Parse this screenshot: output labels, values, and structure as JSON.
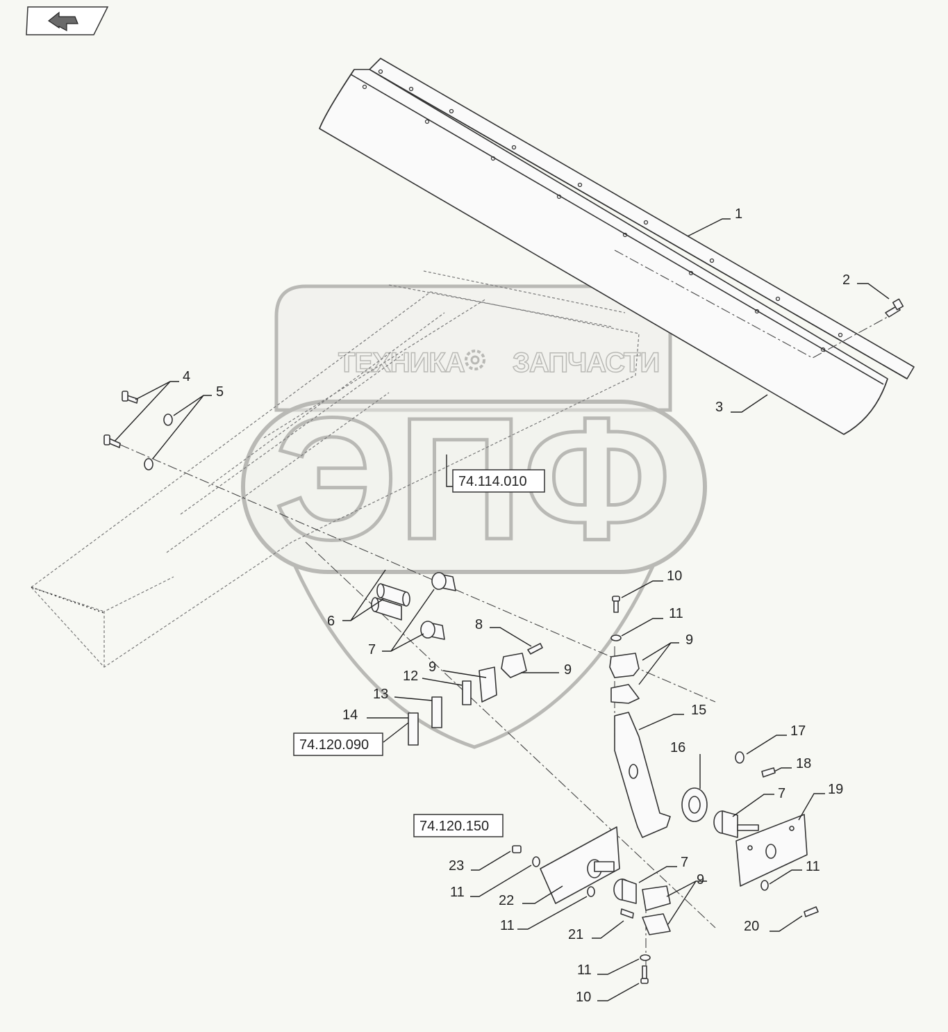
{
  "watermark": {
    "top_left": "ТЕХНИКА",
    "top_right": "ЗАПЧАСТИ",
    "big": "ЭПФ"
  },
  "references": [
    {
      "id": "ref-74-114-010",
      "label": "74.114.010"
    },
    {
      "id": "ref-74-120-090",
      "label": "74.120.090"
    },
    {
      "id": "ref-74-120-150",
      "label": "74.120.150"
    }
  ],
  "callouts": [
    "1",
    "2",
    "3",
    "4",
    "5",
    "6",
    "7",
    "8",
    "9",
    "9",
    "9",
    "10",
    "11",
    "12",
    "13",
    "14",
    "15",
    "16",
    "17",
    "18",
    "7",
    "19",
    "23",
    "11",
    "22",
    "11",
    "7",
    "9",
    "21",
    "11",
    "10",
    "20",
    "11"
  ],
  "icons": [
    "back-arrow-icon",
    "gear-icon"
  ]
}
